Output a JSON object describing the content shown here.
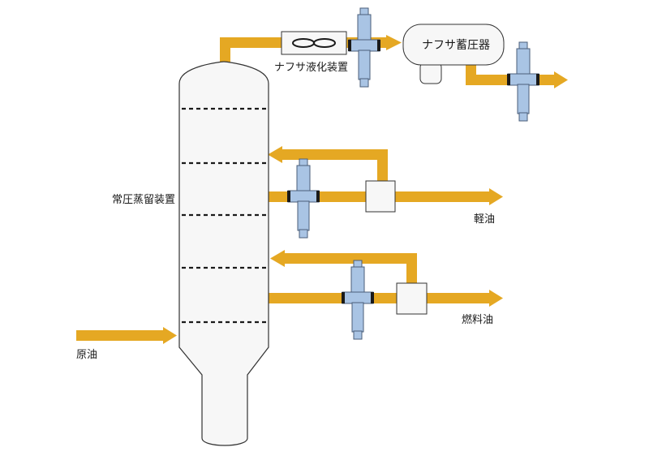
{
  "labels": {
    "column": "常圧蒸留装置",
    "condenser": "ナフサ液化装置",
    "accumulator": "ナフサ蓄圧器",
    "light_oil": "軽油",
    "fuel_oil": "燃料油",
    "crude_oil": "原油"
  },
  "colors": {
    "flow": "#E5A823",
    "vessel_fill": "#F7F7F7",
    "vessel_stroke": "#333333",
    "valve_fill": "#A9C4E4",
    "valve_stroke": "#4A5E7A",
    "tray": "#1a1a1a"
  },
  "icons": {
    "condenser_symbol": "infinity-icon",
    "valve_symbol": "valve-icon",
    "flow_arrow": "arrow-right-icon"
  }
}
